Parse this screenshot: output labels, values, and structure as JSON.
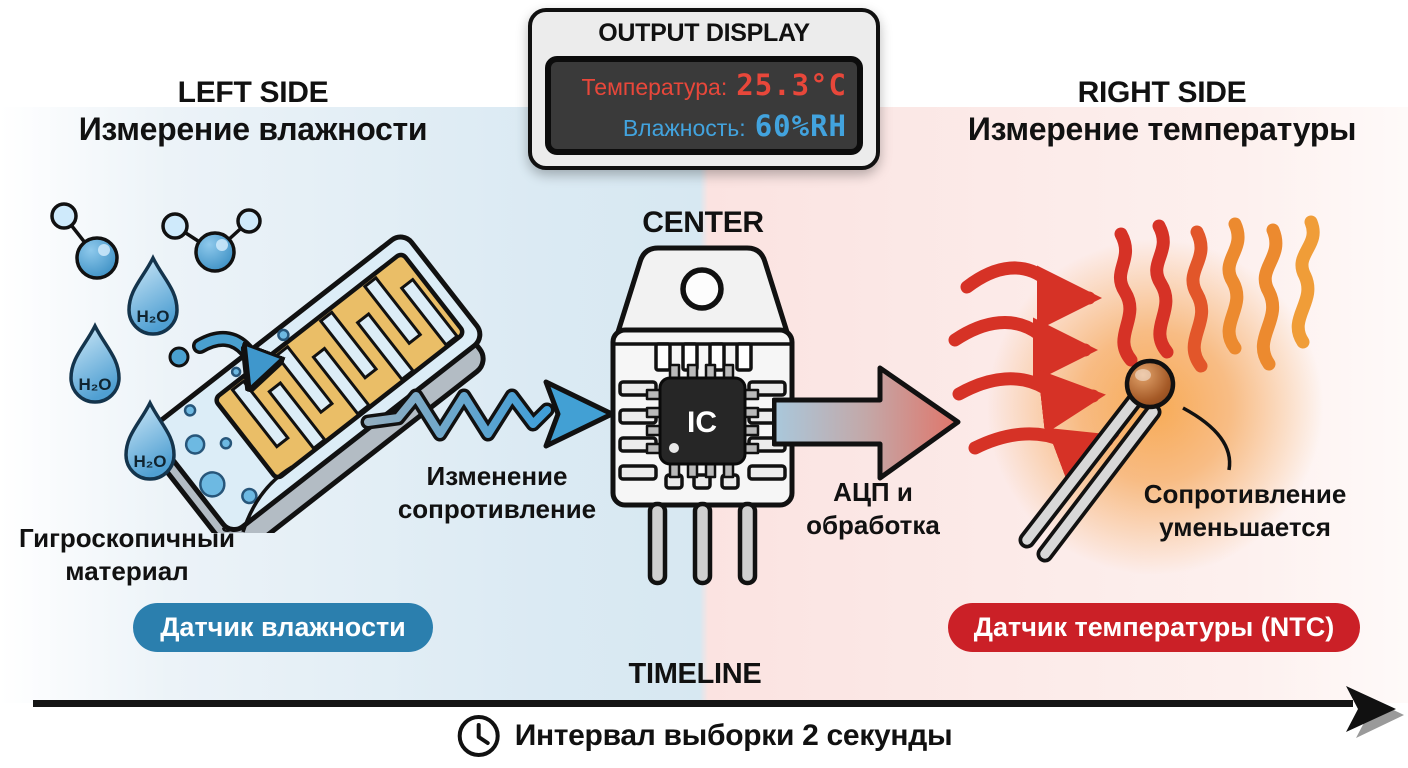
{
  "display": {
    "title": "OUTPUT DISPLAY",
    "temperature_label": "Температура:",
    "temperature_value": "25.3°C",
    "humidity_label": "Влажность:",
    "humidity_value": "60%RH"
  },
  "left_section": {
    "side_label": "LEFT SIDE",
    "title": "Измерение влажности",
    "droplet_label": "H₂O",
    "material_label": {
      "line1": "Гигроскопичный",
      "line2": "материал"
    },
    "arrow_label": {
      "line1": "Изменение",
      "line2": "сопротивление"
    },
    "badge_label": "Датчик влажности"
  },
  "center_section": {
    "label": "CENTER",
    "ic_label": "IC",
    "arrow_label": {
      "line1": "АЦП и",
      "line2": "обработка"
    }
  },
  "right_section": {
    "side_label": "RIGHT SIDE",
    "title": "Измерение температуры",
    "note": {
      "line1": "Сопротивление",
      "line2": "уменьшается"
    },
    "badge_label": "Датчик температуры (NTC)"
  },
  "timeline": {
    "label": "TIMELINE",
    "caption": "Интервал выборки 2 секунды"
  },
  "colors": {
    "left_panel": "#d7e8f2",
    "right_panel": "#fbe3e1",
    "badge_blue": "#2b7fae",
    "badge_red": "#cb2027",
    "display_red": "#e8473a",
    "display_blue": "#42a3de",
    "signal_arrow_blue": "#3f9ed8",
    "heat_red": "#d63226",
    "heat_orange": "#ec8a2f",
    "electrode_gold": "#eabe67"
  }
}
